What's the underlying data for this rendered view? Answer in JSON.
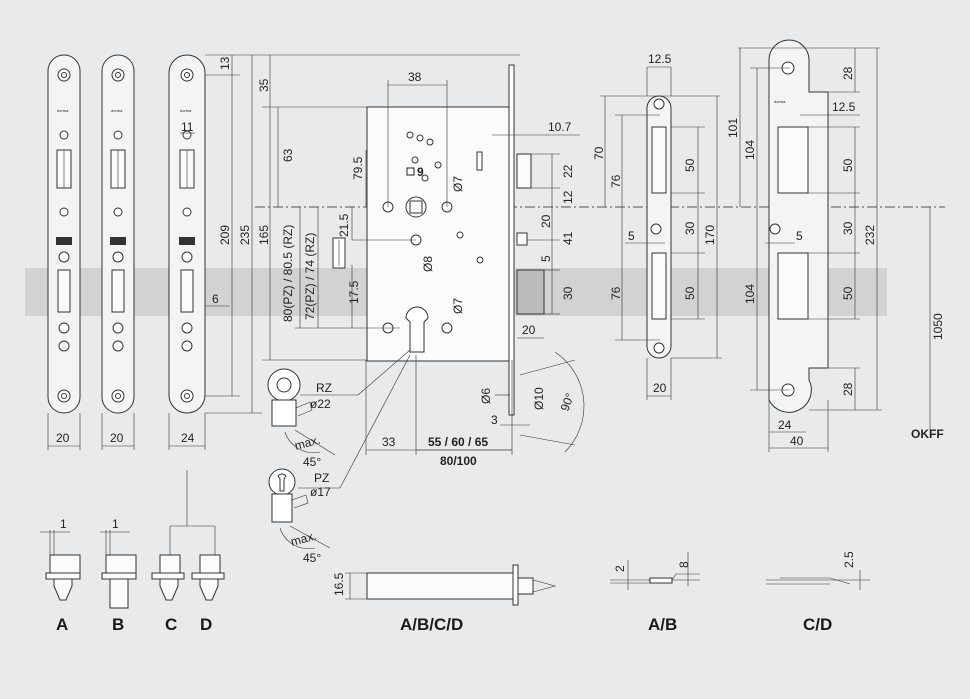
{
  "labels": {
    "a": "A",
    "b": "B",
    "c": "C",
    "d": "D",
    "abcd": "A/B/C/D",
    "ab": "A/B",
    "cd": "C/D",
    "okff": "OKFF",
    "rz": "RZ",
    "pz": "PZ"
  },
  "dims": {
    "d20a": "20",
    "d20b": "20",
    "d24": "24",
    "d11": "11",
    "d6": "6",
    "d13": "13",
    "d209": "209",
    "d235": "235",
    "d35": "35",
    "d38": "38",
    "d63": "63",
    "d795": "79.5",
    "d165": "165",
    "d80": "80(PZ) / 80.5 (RZ)",
    "d72": "72(PZ) / 74 (RZ)",
    "d215": "21.5",
    "d175": "17.5",
    "d9": "9",
    "d7a": "Ø7",
    "d8": "Ø8",
    "d7b": "Ø7",
    "d107": "10.7",
    "d22": "22",
    "d12": "12",
    "d20c": "20",
    "d41": "41",
    "d5": "5",
    "d30a": "30",
    "d20d": "20",
    "d6b": "Ø6",
    "d10": "Ø10",
    "d3": "3",
    "d90": "90°",
    "d33": "33",
    "d556065": "55 / 60 / 65",
    "d80100": "80/100",
    "rz22": "ø22",
    "pz17": "ø17",
    "max1": "max.",
    "deg1": "45°",
    "max2": "max.",
    "deg2": "45°",
    "d125": "12.5",
    "d70": "70",
    "d76a": "76",
    "d50a": "50",
    "d30b": "30",
    "d170": "170",
    "d5b": "5",
    "d76b": "76",
    "d50b": "50",
    "d20e": "20",
    "d101": "101",
    "d104a": "104",
    "d28a": "28",
    "d125b": "12.5",
    "d50c": "50",
    "d30c": "30",
    "d232": "232",
    "d5c": "5",
    "d104b": "104",
    "d50d": "50",
    "d28b": "28",
    "d24b": "24",
    "d40": "40",
    "d1050": "1050",
    "d1a": "1",
    "d1b": "1",
    "d165b": "16.5",
    "d2": "2",
    "d8b": "8",
    "d25": "2.5"
  },
  "logo": "dorma"
}
